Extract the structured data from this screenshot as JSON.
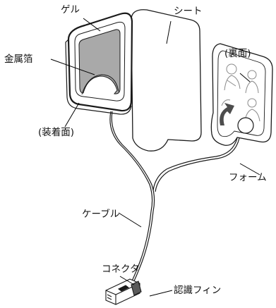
{
  "labels": {
    "gel": "ゲル",
    "sheet": "シート",
    "foil": "金属箔",
    "back_side": "(裏面)",
    "attach_side": "(装着面)",
    "foam": "フォーム",
    "cable": "ケーブル",
    "connector": "コネクタ",
    "id_fin": "認識フィン"
  },
  "colors": {
    "line": "#1a1a1a",
    "foil": "#a9a9a9",
    "pad_fill": "#ffffff",
    "leader": "#000000"
  }
}
